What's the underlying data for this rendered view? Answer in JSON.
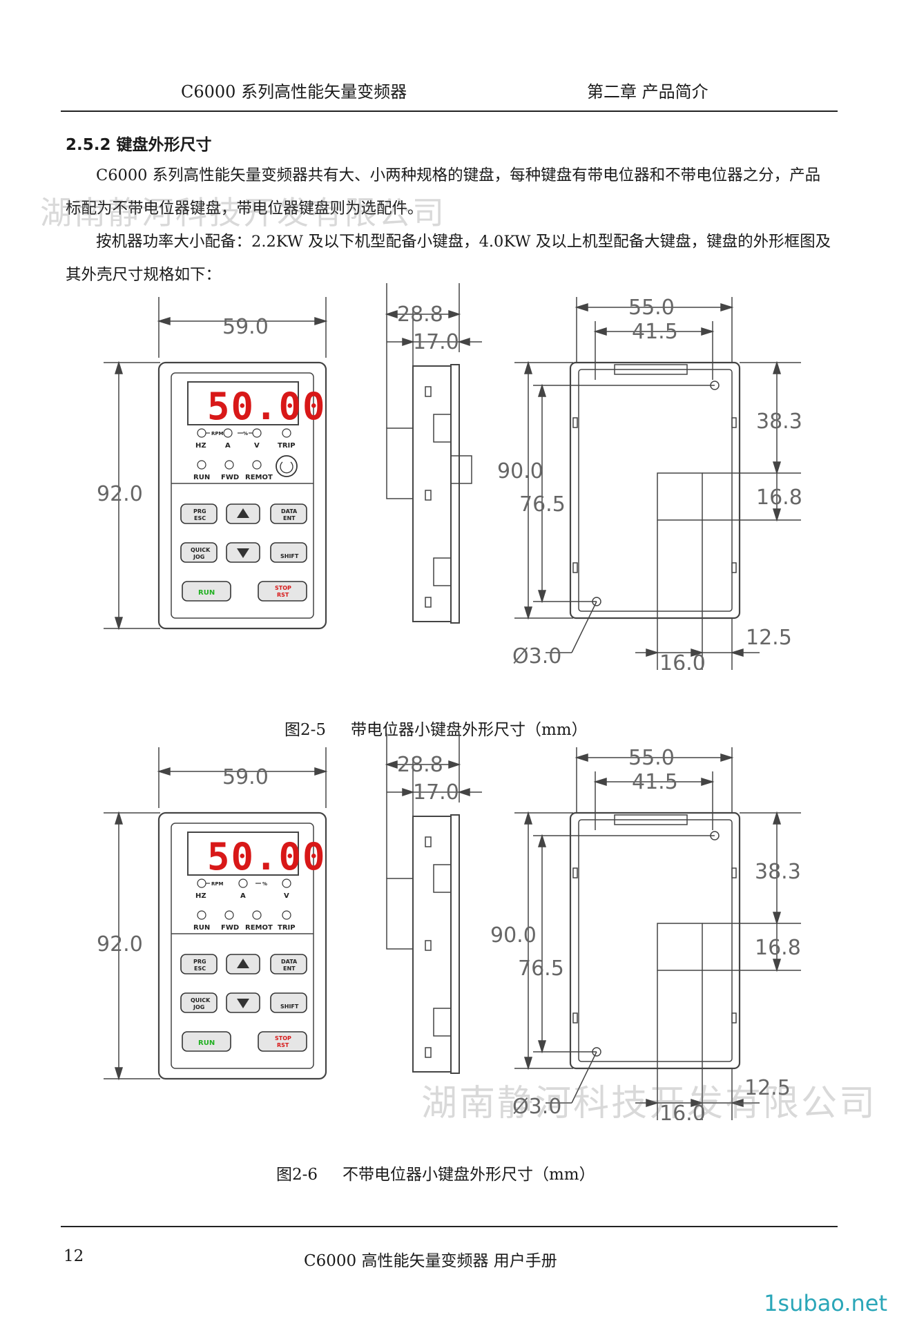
{
  "header": {
    "left": "C6000 系列高性能矢量变频器",
    "right": "第二章  产品简介"
  },
  "section": {
    "title": "2.5.2 键盘外形尺寸",
    "paragraphs": [
      "C6000 系列高性能矢量变频器共有大、小两种规格的键盘，每种键盘有带电位器和不带电位器之分，产品标配为不带电位器键盘，带电位器键盘则为选配件。",
      "按机器功率大小配备：2.2KW 及以下机型配备小键盘，4.0KW 及以上机型配备大键盘，键盘的外形框图及其外壳尺寸规格如下："
    ]
  },
  "figure1": {
    "caption_num": "图2-5",
    "caption_text": "带电位器小键盘外形尺寸（mm）",
    "display": "50.00",
    "indicators": [
      "HZ",
      "A",
      "V",
      "TRIP"
    ],
    "indicator_links": [
      "RPM",
      "%"
    ],
    "status": [
      "RUN",
      "FWD",
      "REMOT"
    ],
    "keys": {
      "prg": [
        "PRG",
        "ESC"
      ],
      "data": [
        "DATA",
        "ENT"
      ],
      "quick": [
        "QUICK",
        "JOG"
      ],
      "shift": "SHIFT",
      "run": "RUN",
      "stop": [
        "STOP",
        "RST"
      ]
    },
    "dims": {
      "front_width": "59.0",
      "front_height": "92.0",
      "side_total": "28.8",
      "side_inner": "17.0",
      "back_width": "55.0",
      "back_inner": "41.5",
      "back_height": "90.0",
      "back_hole_span": "76.5",
      "back_top": "38.3",
      "back_window": "16.8",
      "back_window_w": "16.0",
      "back_edge": "12.5",
      "back_hole": "Ø3.0"
    }
  },
  "figure2": {
    "caption_num": "图2-6",
    "caption_text": "不带电位器小键盘外形尺寸（mm）",
    "display": "50.00",
    "indicators": [
      "HZ",
      "A",
      "V"
    ],
    "indicator_links": [
      "RPM",
      "%"
    ],
    "status": [
      "RUN",
      "FWD",
      "REMOT",
      "TRIP"
    ],
    "keys": {
      "prg": [
        "PRG",
        "ESC"
      ],
      "data": [
        "DATA",
        "ENT"
      ],
      "quick": [
        "QUICK",
        "JOG"
      ],
      "shift": "SHIFT",
      "run": "RUN",
      "stop": [
        "STOP",
        "RST"
      ]
    },
    "dims": {
      "front_width": "59.0",
      "front_height": "92.0",
      "side_total": "28.8",
      "side_inner": "17.0",
      "back_width": "55.0",
      "back_inner": "41.5",
      "back_height": "90.0",
      "back_hole_span": "76.5",
      "back_top": "38.3",
      "back_window": "16.8",
      "back_window_w": "16.0",
      "back_edge": "12.5",
      "back_hole": "Ø3.0"
    }
  },
  "watermark": "湖南静河科技开发有限公司",
  "footer": {
    "page": "12",
    "title": "C6000 高性能矢量变频器    用户手册"
  },
  "brand": "1subao.net"
}
